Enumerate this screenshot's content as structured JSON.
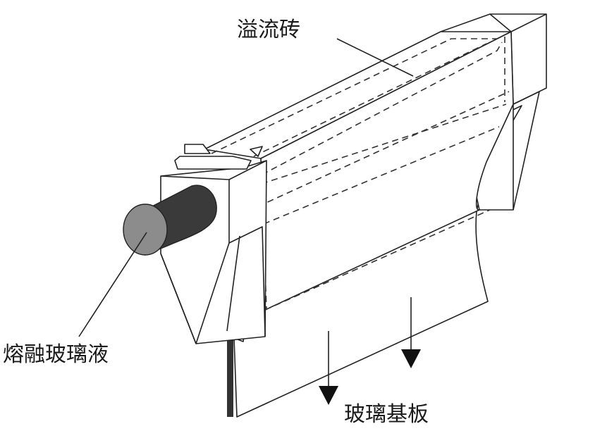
{
  "labels": {
    "overflow_brick": "溢流砖",
    "molten_glass": "熔融玻璃液",
    "glass_substrate": "玻璃基板"
  },
  "colors": {
    "stroke": "#222222",
    "tube_dark": "#3a3a3a",
    "tube_end": "#8c8c8c",
    "arrow": "#111111"
  }
}
